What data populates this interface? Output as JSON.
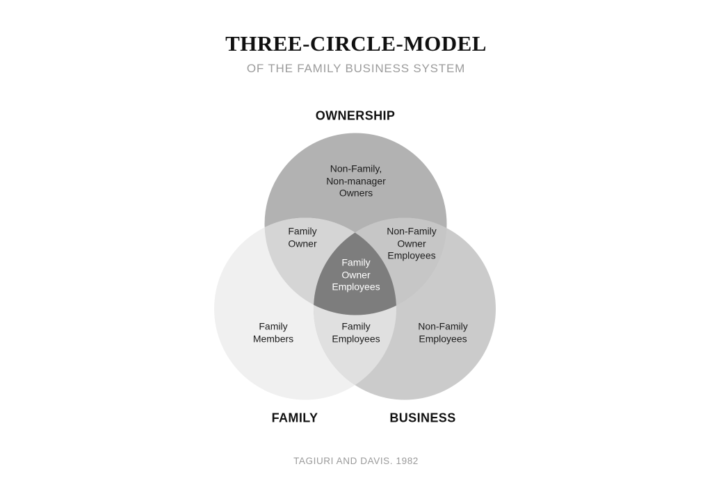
{
  "header": {
    "title": "THREE-CIRCLE-MODEL",
    "subtitle": "OF THE FAMILY BUSINESS SYSTEM"
  },
  "diagram": {
    "circle_labels": {
      "ownership": "OWNERSHIP",
      "family": "FAMILY",
      "business": "BUSINESS"
    },
    "regions": {
      "ownership_only": {
        "label": "Non-Family,\nNon-manager\nOwners",
        "color": "#b2b2b2"
      },
      "family_only": {
        "label": "Family\nMembers",
        "color": "#f0f0f0"
      },
      "business_only": {
        "label": "Non-Family\nEmployees",
        "color": "#cbcbcb"
      },
      "ownership_family": {
        "label": "Family\nOwner",
        "color": "#d5d5d5"
      },
      "ownership_business": {
        "label": "Non-Family\nOwner\nEmployees",
        "color": "#c6c6c6"
      },
      "family_business": {
        "label": "Family\nEmployees",
        "color": "#e0e0e0"
      },
      "center": {
        "label": "Family\nOwner\nEmployees",
        "color": "#7d7d7d",
        "text_color": "#ffffff"
      }
    }
  },
  "footer": {
    "attribution": "TAGIURI AND DAVIS. 1982"
  }
}
